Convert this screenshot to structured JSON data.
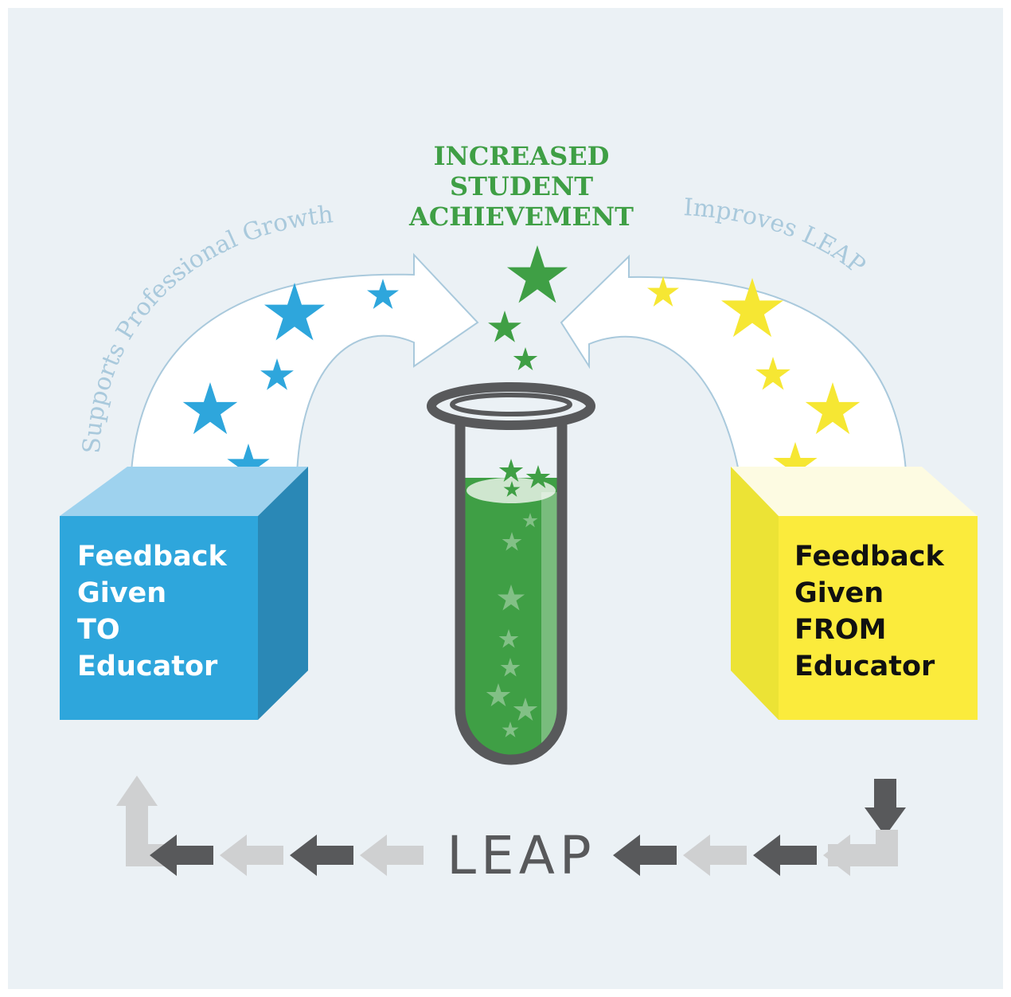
{
  "heading": {
    "lines": [
      "INCREASED",
      "STUDENT",
      "ACHIEVEMENT"
    ]
  },
  "left_arc": {
    "label": "Supports Professional Growth"
  },
  "right_arc": {
    "label": "Improves LEAP"
  },
  "left_box": {
    "lines": [
      "Feedback",
      "Given",
      "TO",
      "Educator"
    ]
  },
  "right_box": {
    "lines": [
      "Feedback",
      "Given",
      "FROM",
      "Educator"
    ]
  },
  "cycle": {
    "label": "LEAP"
  },
  "colors": {
    "background": "#ebf1f5",
    "blue_front": "#2ea6dc",
    "blue_top": "#9ed2ee",
    "blue_side": "#2a88b6",
    "yellow_front": "#fbeb3c",
    "yellow_top": "#fdfbe2",
    "yellow_side": "#ece335",
    "green": "#3f9f45",
    "light_green": "#cfe6cf",
    "dark_gray": "#58595b",
    "light_gray": "#cfd0d1",
    "arc_outline": "#a9c9dc",
    "arc_text": "#a9c9dc"
  },
  "icons": [
    "star-icon",
    "test-tube-icon",
    "arrow-left-icon",
    "arrow-up-icon",
    "arrow-down-icon"
  ]
}
